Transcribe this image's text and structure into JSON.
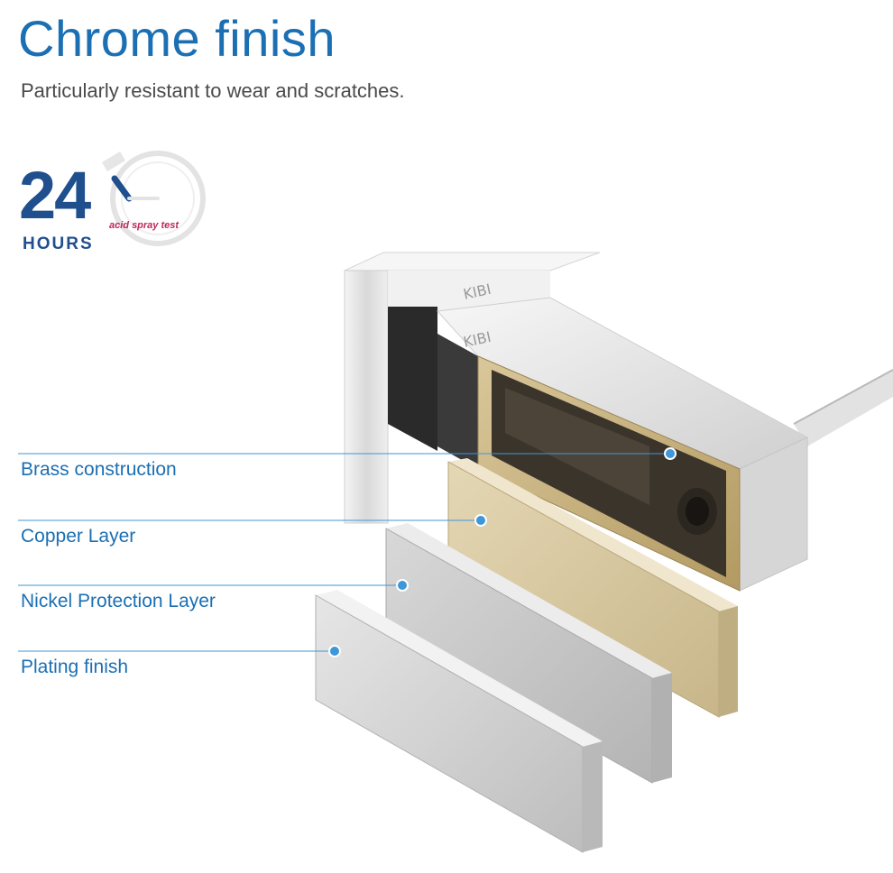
{
  "header": {
    "title": "Chrome finish",
    "subtitle": "Particularly resistant to wear and scratches."
  },
  "badge": {
    "number": "24",
    "unit": "HOURS",
    "note": "acid spray test"
  },
  "product": {
    "brand_mark": "KIBI"
  },
  "layers": [
    {
      "label": "Brass construction"
    },
    {
      "label": "Copper Layer"
    },
    {
      "label": "Nickel Protection Layer"
    },
    {
      "label": "Plating finish"
    }
  ],
  "colors": {
    "accent": "#1b6fb3",
    "badge_blue": "#1f4f8c",
    "badge_note": "#c0265a",
    "brass": "#c8b68c",
    "copper": "#d8c9a4",
    "nickel": "#c9c9c9",
    "plating": "#d4d4d4",
    "marker": "#3f96d8"
  }
}
